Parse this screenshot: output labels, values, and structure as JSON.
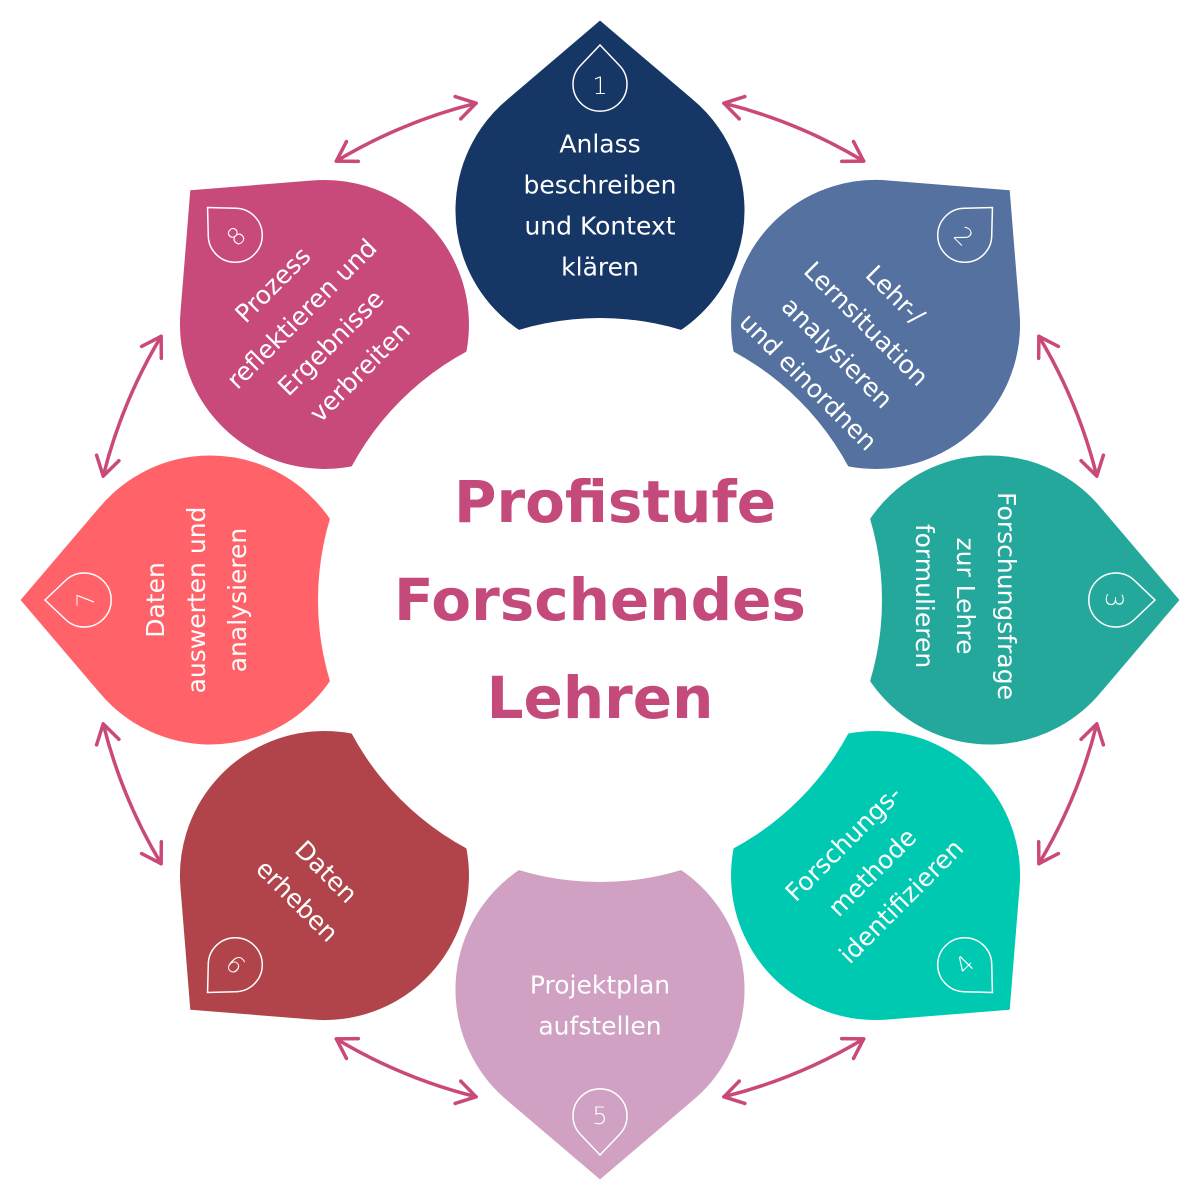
{
  "title": {
    "lines": [
      "Profistufe",
      "Forschendes",
      "Lehren"
    ],
    "color": "#c44a7c"
  },
  "arrow_color": "#c8497a",
  "petals": [
    {
      "number": "1",
      "color": "#163765",
      "lines": [
        "Anlass",
        "beschreiben",
        "und Kontext",
        "klären"
      ]
    },
    {
      "number": "2",
      "color": "#54719f",
      "lines": [
        "Lehr-/",
        "Lernsituation",
        "analysieren",
        "und einordnen"
      ]
    },
    {
      "number": "3",
      "color": "#25a89c",
      "lines": [
        "Forschungsfrage",
        "zur Lehre",
        "formulieren"
      ]
    },
    {
      "number": "4",
      "color": "#00c9b1",
      "lines": [
        "Forschungs-",
        "methode",
        "identifizieren"
      ]
    },
    {
      "number": "5",
      "color": "#d0a1c3",
      "lines": [
        "Projektplan",
        "aufstellen"
      ]
    },
    {
      "number": "6",
      "color": "#b0444a",
      "lines": [
        "Daten",
        "erheben"
      ]
    },
    {
      "number": "7",
      "color": "#ff6369",
      "lines": [
        "Daten",
        "auswerten und",
        "analysieren"
      ]
    },
    {
      "number": "8",
      "color": "#c84a7a",
      "lines": [
        "Prozess",
        "reflektieren und",
        "Ergebnisse",
        "verbreiten"
      ]
    }
  ]
}
